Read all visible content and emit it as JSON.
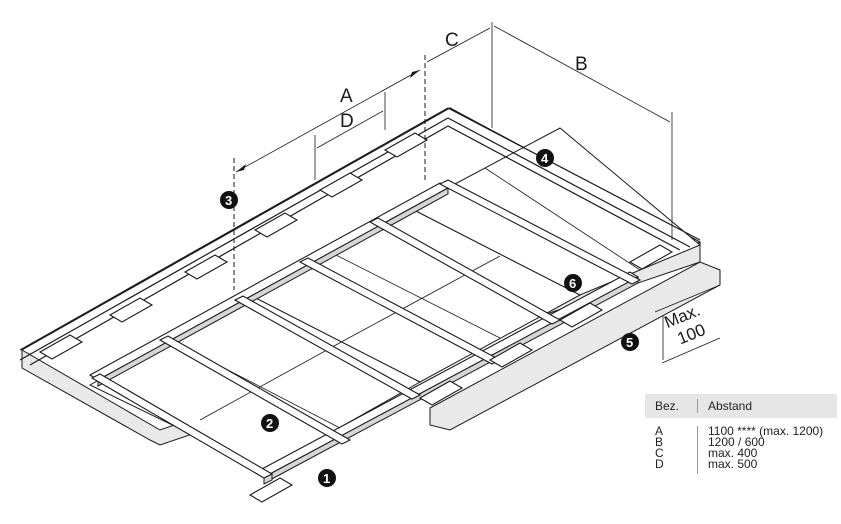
{
  "dimension_labels": {
    "a": "A",
    "b": "B",
    "c": "C",
    "d": "D"
  },
  "callouts": [
    "1",
    "2",
    "3",
    "4",
    "5",
    "6"
  ],
  "max_note": {
    "line1": "Max.",
    "line2": "100"
  },
  "legend": {
    "header": {
      "col1": "Bez.",
      "col2": "Abstand"
    },
    "rows": [
      {
        "key": "A",
        "value": "1100 **** (max. 1200)"
      },
      {
        "key": "B",
        "value": "1200 / 600"
      },
      {
        "key": "C",
        "value": "max. 400"
      },
      {
        "key": "D",
        "value": "max. 500"
      }
    ]
  }
}
